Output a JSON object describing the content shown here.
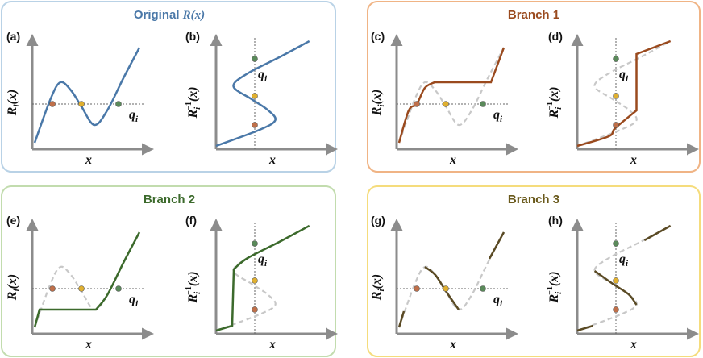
{
  "panels": [
    {
      "id": "original",
      "title_prefix": "Original ",
      "title_math": "R(x)",
      "title_color": "#4a78a8",
      "border_color": "#b9d2e6"
    },
    {
      "id": "branch1",
      "title_prefix": "Branch 1",
      "title_math": "",
      "title_color": "#9a4a1e",
      "border_color": "#f0b485"
    },
    {
      "id": "branch2",
      "title_prefix": "Branch 2",
      "title_math": "",
      "title_color": "#3c6a2c",
      "border_color": "#c2dcae"
    },
    {
      "id": "branch3",
      "title_prefix": "Branch 3",
      "title_math": "",
      "title_color": "#6a5a1c",
      "border_color": "#f5dc7c"
    }
  ],
  "subplot_labels": [
    "(a)",
    "(b)",
    "(c)",
    "(d)",
    "(e)",
    "(f)",
    "(g)",
    "(h)"
  ],
  "labels": {
    "x": "x",
    "R_main": "R",
    "R_sub": "i",
    "R_arg": "(x)",
    "Rinv_sup": "−1",
    "q_main": "q",
    "q_sub": "i"
  },
  "colors": {
    "original": "#4a78a8",
    "branch1": "#9a4a1e",
    "branch2": "#3c6a2c",
    "branch3": "#5a4a24",
    "dashed": "#c8c8c8",
    "axis": "#8c8c8c",
    "dot_left": "#c0704a",
    "dot_mid": "#e0b030",
    "dot_right": "#5a8a5a"
  }
}
